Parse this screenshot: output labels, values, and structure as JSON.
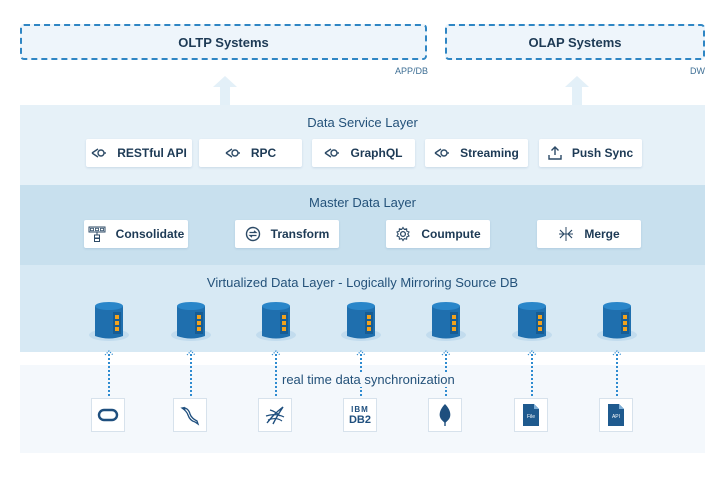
{
  "systems": {
    "oltp": {
      "title": "OLTP Systems",
      "sublabel": "APP/DB"
    },
    "olap": {
      "title": "OLAP Systems",
      "sublabel": "DW"
    }
  },
  "data_service_layer": {
    "title": "Data Service Layer",
    "items": [
      {
        "label": "RESTful API",
        "icon": "api-gear-icon"
      },
      {
        "label": "RPC",
        "icon": "api-gear-icon"
      },
      {
        "label": "GraphQL",
        "icon": "api-gear-icon"
      },
      {
        "label": "Streaming",
        "icon": "api-gear-icon"
      },
      {
        "label": "Push Sync",
        "icon": "upload-icon"
      }
    ]
  },
  "master_data_layer": {
    "title": "Master Data Layer",
    "items": [
      {
        "label": "Consolidate",
        "icon": "hierarchy-icon"
      },
      {
        "label": "Transform",
        "icon": "transform-icon"
      },
      {
        "label": "Coumpute",
        "icon": "gear-icon"
      },
      {
        "label": "Merge",
        "icon": "merge-icon"
      }
    ]
  },
  "virtualized_layer": {
    "title": "Virtualized Data Layer - Logically Mirroring Source DB",
    "database_count_icons": [
      "database-icon",
      "database-icon",
      "database-icon",
      "database-icon",
      "database-icon",
      "database-icon",
      "database-icon"
    ]
  },
  "sources": {
    "sync_label": "real time data synchronization",
    "items": [
      {
        "icon": "oracle-icon"
      },
      {
        "icon": "mysql-icon"
      },
      {
        "icon": "sqlserver-icon"
      },
      {
        "icon": "db2-icon",
        "text_top": "IBM",
        "text_bottom": "DB2"
      },
      {
        "icon": "mongodb-icon"
      },
      {
        "icon": "file-icon",
        "text": "File"
      },
      {
        "icon": "api-file-icon",
        "text": "API"
      }
    ]
  },
  "colors": {
    "dashed_border": "#2f86c4",
    "service_layer_bg": "#e6f1f8",
    "master_layer_bg": "#c8e0ee",
    "virtual_layer_bg": "#d7e9f4",
    "source_area_bg": "#f4f8fc",
    "db_blue": "#1f6fae",
    "db_orange": "#f3a21c"
  }
}
